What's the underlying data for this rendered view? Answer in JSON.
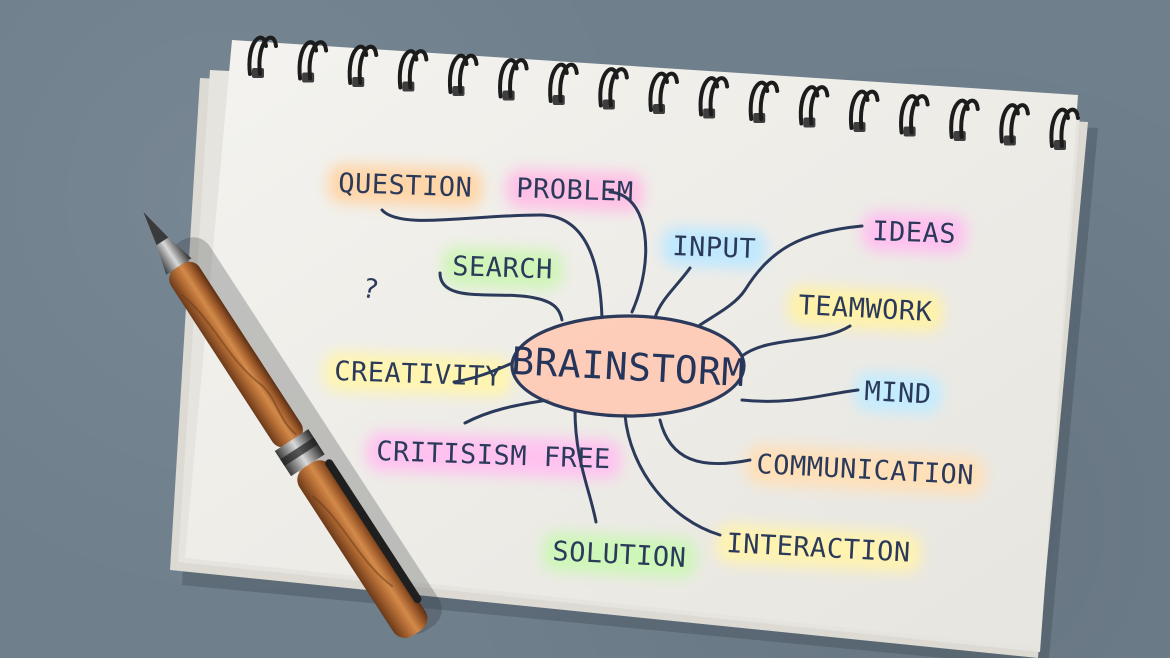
{
  "title": "BRAINSTORM",
  "branches": [
    {
      "label": "QUESTION",
      "highlight": "#ffd6a8"
    },
    {
      "label": "PROBLEM",
      "highlight": "#ffc0e6"
    },
    {
      "label": "INPUT",
      "highlight": "#bfe8ff"
    },
    {
      "label": "IDEAS",
      "highlight": "#ffc0f0"
    },
    {
      "label": "SEARCH",
      "highlight": "#cff5b8"
    },
    {
      "label": "TEAMWORK",
      "highlight": "#fff2a8"
    },
    {
      "label": "CREATIVITY",
      "highlight": "#fff5b0"
    },
    {
      "label": "MIND",
      "highlight": "#c4ecff"
    },
    {
      "label": "CRITISISM FREE",
      "highlight": "#ffc2f0"
    },
    {
      "label": "COMMUNICATION",
      "highlight": "#ffe0b8"
    },
    {
      "label": "SOLUTION",
      "highlight": "#cdf7b8"
    },
    {
      "label": "INTERACTION",
      "highlight": "#fff3b0"
    },
    {
      "label": "?",
      "highlight": ""
    }
  ],
  "colors": {
    "ink": "#2b3a5a",
    "center_fill": "#ffc8b0",
    "paper": "#f2f1ec",
    "background": "#6f7f8c"
  },
  "icons": [
    "spiral-binding",
    "pen-icon"
  ]
}
